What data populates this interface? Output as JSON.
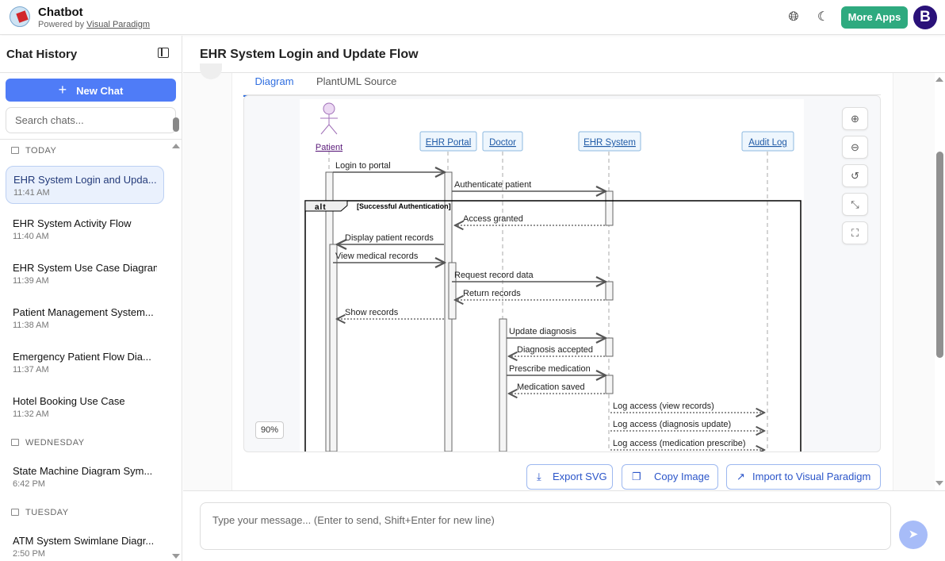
{
  "header": {
    "title": "Chatbot",
    "powered_prefix": "Powered by ",
    "powered_link": "Visual Paradigm",
    "more_apps": "More Apps",
    "avatar_initial": "B",
    "icons": [
      "globe-icon",
      "moon-icon"
    ]
  },
  "sidebar": {
    "title": "Chat History",
    "new_chat": "New Chat",
    "search_placeholder": "Search chats...",
    "groups": [
      {
        "label": "TODAY",
        "items": [
          {
            "title": "EHR System Login and Upda...",
            "time": "11:41 AM",
            "active": true
          },
          {
            "title": "EHR System Activity Flow",
            "time": "11:40 AM"
          },
          {
            "title": "EHR System Use Case Diagram",
            "time": "11:39 AM"
          },
          {
            "title": "Patient Management System...",
            "time": "11:38 AM"
          },
          {
            "title": "Emergency Patient Flow Dia...",
            "time": "11:37 AM"
          },
          {
            "title": "Hotel Booking Use Case",
            "time": "11:32 AM"
          }
        ]
      },
      {
        "label": "WEDNESDAY",
        "items": [
          {
            "title": "State Machine Diagram Sym...",
            "time": "6:42 PM"
          }
        ]
      },
      {
        "label": "TUESDAY",
        "items": [
          {
            "title": "ATM System Swimlane Diagr...",
            "time": "2:50 PM"
          }
        ]
      }
    ]
  },
  "main": {
    "title": "EHR System Login and Update Flow",
    "tabs": [
      {
        "label": "Diagram",
        "active": true
      },
      {
        "label": "PlantUML Source"
      }
    ],
    "zoom_level": "90%",
    "actions": {
      "export_svg": "Export SVG",
      "copy_image": "Copy Image",
      "import_vp": "Import to Visual Paradigm"
    },
    "message_placeholder": "Type your message... (Enter to send, Shift+Enter for new line)"
  },
  "diagram": {
    "participants": [
      {
        "id": "patient",
        "label": "Patient",
        "kind": "actor"
      },
      {
        "id": "portal",
        "label": "EHR Portal"
      },
      {
        "id": "doctor",
        "label": "Doctor"
      },
      {
        "id": "ehr",
        "label": "EHR System"
      },
      {
        "id": "audit",
        "label": "Audit Log"
      }
    ],
    "fragment": {
      "operator": "alt",
      "guard": "[Successful Authentication]"
    },
    "messages": [
      {
        "from": "patient",
        "to": "portal",
        "label": "Login to portal",
        "type": "sync"
      },
      {
        "from": "portal",
        "to": "ehr",
        "label": "Authenticate patient",
        "type": "sync"
      },
      {
        "from": "ehr",
        "to": "portal",
        "label": "Access granted",
        "type": "reply"
      },
      {
        "from": "portal",
        "to": "patient",
        "label": "Display patient records",
        "type": "sync"
      },
      {
        "from": "patient",
        "to": "portal",
        "label": "View medical records",
        "type": "sync"
      },
      {
        "from": "portal",
        "to": "ehr",
        "label": "Request record data",
        "type": "sync"
      },
      {
        "from": "ehr",
        "to": "portal",
        "label": "Return records",
        "type": "reply"
      },
      {
        "from": "portal",
        "to": "patient",
        "label": "Show records",
        "type": "reply"
      },
      {
        "from": "doctor",
        "to": "ehr",
        "label": "Update diagnosis",
        "type": "sync"
      },
      {
        "from": "ehr",
        "to": "doctor",
        "label": "Diagnosis accepted",
        "type": "reply"
      },
      {
        "from": "doctor",
        "to": "ehr",
        "label": "Prescribe medication",
        "type": "sync"
      },
      {
        "from": "ehr",
        "to": "doctor",
        "label": "Medication saved",
        "type": "reply"
      },
      {
        "from": "ehr",
        "to": "audit",
        "label": "Log access (view records)",
        "type": "async"
      },
      {
        "from": "ehr",
        "to": "audit",
        "label": "Log access (diagnosis update)",
        "type": "async"
      },
      {
        "from": "ehr",
        "to": "audit",
        "label": "Log access (medication prescribe)",
        "type": "async"
      }
    ]
  }
}
